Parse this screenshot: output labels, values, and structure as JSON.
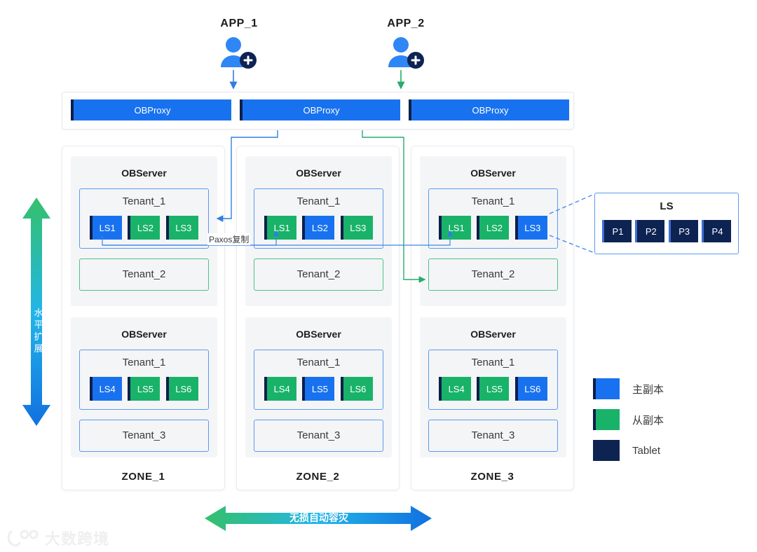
{
  "apps": [
    {
      "label": "APP_1",
      "icon": "add-user-icon",
      "arrow_color": "#2f7fe0"
    },
    {
      "label": "APP_2",
      "icon": "add-user-icon",
      "arrow_color": "#27ab6e"
    }
  ],
  "proxies": [
    {
      "label": "OBProxy"
    },
    {
      "label": "OBProxy"
    },
    {
      "label": "OBProxy"
    }
  ],
  "zones": [
    {
      "name": "ZONE_1",
      "servers": [
        {
          "title": "OBServer",
          "tenant": {
            "title": "Tenant_1",
            "units": [
              {
                "label": "LS1",
                "role": "primary"
              },
              {
                "label": "LS2",
                "role": "secondary"
              },
              {
                "label": "LS3",
                "role": "secondary"
              }
            ]
          },
          "sub_tenant": {
            "title": "Tenant_2",
            "accent": "green"
          }
        },
        {
          "title": "OBServer",
          "tenant": {
            "title": "Tenant_1",
            "units": [
              {
                "label": "LS4",
                "role": "primary"
              },
              {
                "label": "LS5",
                "role": "secondary"
              },
              {
                "label": "LS6",
                "role": "secondary"
              }
            ]
          },
          "sub_tenant": {
            "title": "Tenant_3",
            "accent": "blue"
          }
        }
      ]
    },
    {
      "name": "ZONE_2",
      "servers": [
        {
          "title": "OBServer",
          "tenant": {
            "title": "Tenant_1",
            "units": [
              {
                "label": "LS1",
                "role": "secondary"
              },
              {
                "label": "LS2",
                "role": "primary"
              },
              {
                "label": "LS3",
                "role": "secondary"
              }
            ]
          },
          "sub_tenant": {
            "title": "Tenant_2",
            "accent": "green"
          }
        },
        {
          "title": "OBServer",
          "tenant": {
            "title": "Tenant_1",
            "units": [
              {
                "label": "LS4",
                "role": "secondary"
              },
              {
                "label": "LS5",
                "role": "primary"
              },
              {
                "label": "LS6",
                "role": "secondary"
              }
            ]
          },
          "sub_tenant": {
            "title": "Tenant_3",
            "accent": "blue"
          }
        }
      ]
    },
    {
      "name": "ZONE_3",
      "servers": [
        {
          "title": "OBServer",
          "tenant": {
            "title": "Tenant_1",
            "units": [
              {
                "label": "LS1",
                "role": "secondary"
              },
              {
                "label": "LS2",
                "role": "secondary"
              },
              {
                "label": "LS3",
                "role": "primary"
              }
            ]
          },
          "sub_tenant": {
            "title": "Tenant_2",
            "accent": "green"
          }
        },
        {
          "title": "OBServer",
          "tenant": {
            "title": "Tenant_1",
            "units": [
              {
                "label": "LS4",
                "role": "secondary"
              },
              {
                "label": "LS5",
                "role": "secondary"
              },
              {
                "label": "LS6",
                "role": "primary"
              }
            ]
          },
          "sub_tenant": {
            "title": "Tenant_3",
            "accent": "blue"
          }
        }
      ]
    }
  ],
  "ls_detail": {
    "title": "LS",
    "tablets": [
      "P1",
      "P2",
      "P3",
      "P4"
    ]
  },
  "legend": [
    {
      "label": "主副本",
      "color": "#1872f0"
    },
    {
      "label": "从副本",
      "color": "#18b368"
    },
    {
      "label": "Tablet",
      "color": "#0d2352"
    }
  ],
  "annotations": {
    "paxos": "Paxos复制",
    "vertical_arrow": "水平扩展",
    "horizontal_arrow": "无损自动容灾"
  },
  "watermark": {
    "text": "大数跨境"
  },
  "colors": {
    "primary_blue": "#1872f0",
    "secondary_green": "#18b368",
    "tablet_navy": "#0d2352",
    "border_blue": "#5b9bf0",
    "border_green": "#4cc287"
  }
}
